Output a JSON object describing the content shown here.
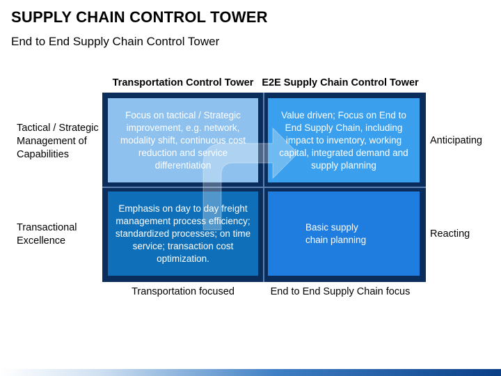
{
  "header": {
    "title": "SUPPLY CHAIN CONTROL TOWER",
    "subtitle": "End to End Supply Chain Control Tower"
  },
  "columns": {
    "left": "Transportation Control Tower",
    "right": "E2E Supply Chain Control Tower"
  },
  "rows": {
    "top": "Tactical / Strategic Management of Capabilities",
    "bottom": "Transactional Excellence"
  },
  "right_labels": {
    "top": "Anticipating",
    "bottom": "Reacting"
  },
  "bottom_labels": {
    "left": "Transportation focused",
    "right": "End to End Supply Chain focus"
  },
  "cells": {
    "top_left": "Focus on tactical / Strategic improvement, e.g. network, modality shift, continuous cost reduction and service differentiation",
    "top_right": "Value driven; Focus on End to End Supply Chain, including impact to inventory, working capital, integrated demand and supply planning",
    "bottom_left": "Emphasis on day to day freight management process efficiency; standardized processes; on time service; transaction cost optimization.",
    "bottom_right": "Basic supply chain planning"
  },
  "colors": {
    "matrix_frame": "#0a2d5c",
    "top_left": "#8ec1ee",
    "top_right": "#3aa0ee",
    "bottom_left": "#0f6fb8",
    "bottom_right": "#1f7de0"
  }
}
